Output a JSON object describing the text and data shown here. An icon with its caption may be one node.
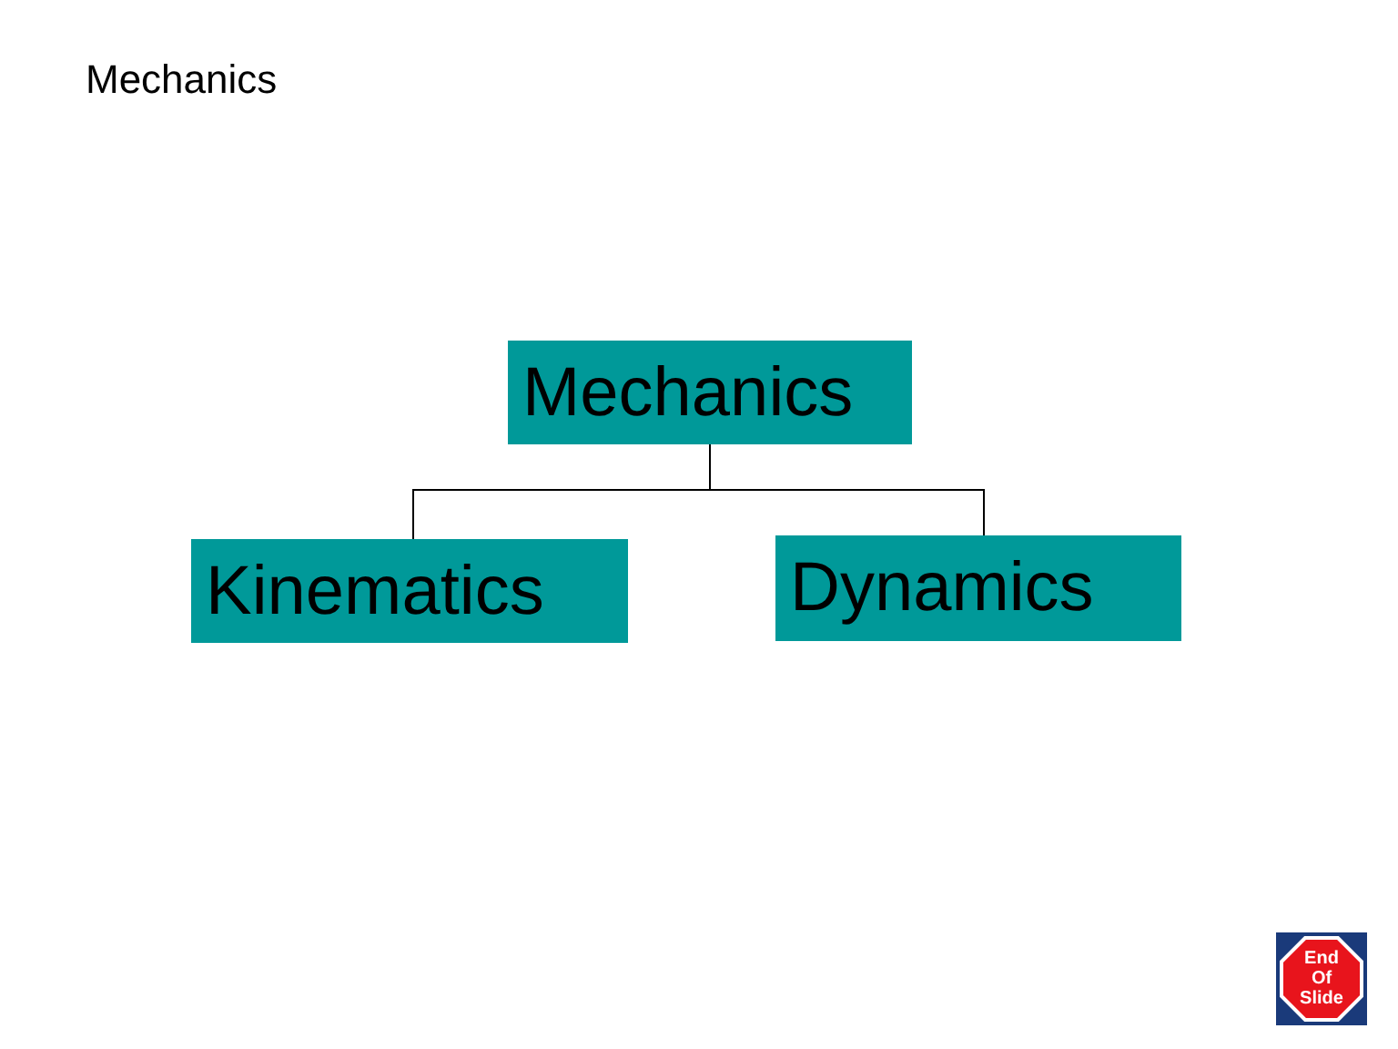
{
  "diagram": {
    "title": "Mechanics",
    "nodes": [
      {
        "text": [
          "Mechanics"
        ]
      },
      {
        "text": [
          "Kinematics"
        ]
      },
      {
        "text": [
          "Dynamics"
        ]
      },
      {
        "text": [
          "End Of Slide"
        ]
      }
    ],
    "edges": [
      {
        "from": 0,
        "to": 1,
        "arrow": "none"
      },
      {
        "from": 0,
        "to": 2,
        "arrow": "none"
      }
    ]
  }
}
